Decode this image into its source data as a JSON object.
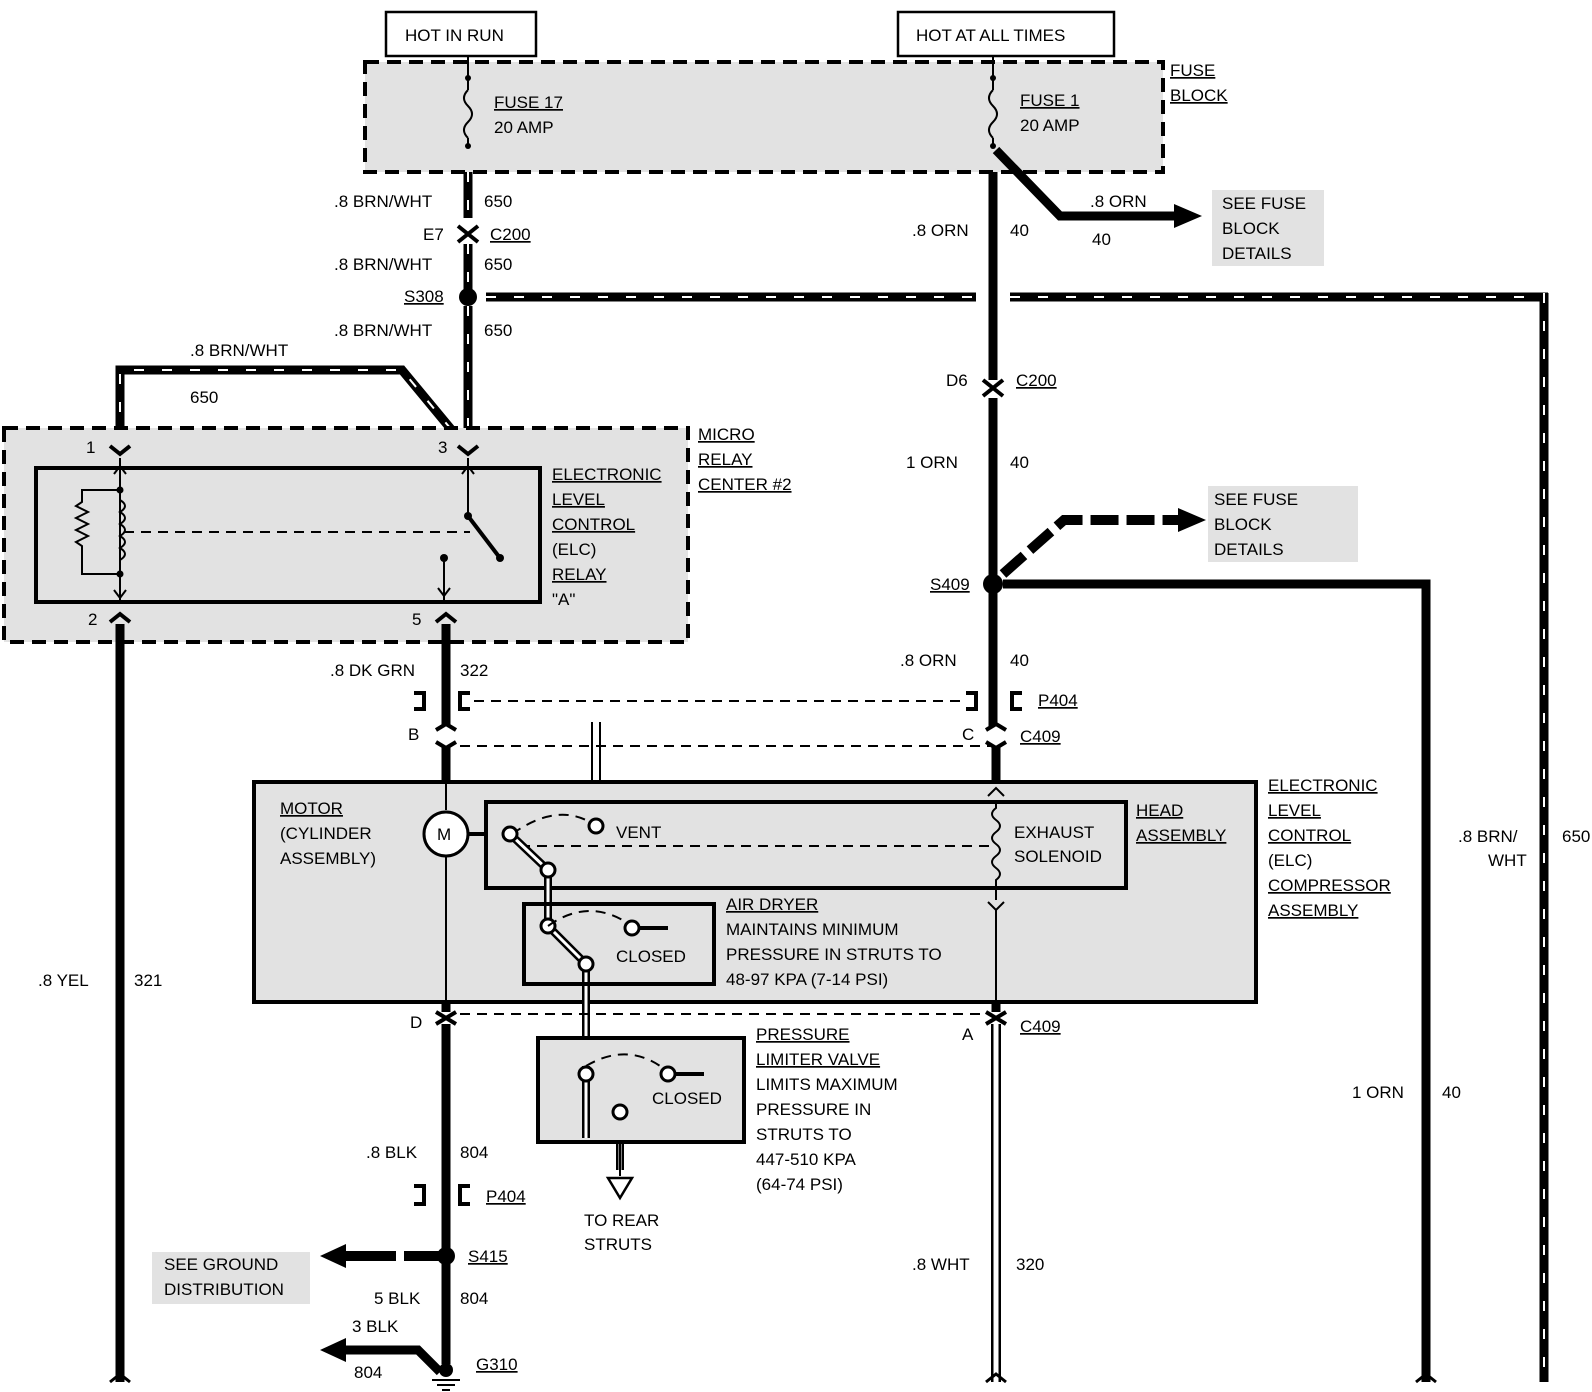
{
  "labels": {
    "hot_in_run": "HOT IN RUN",
    "hot_at_all_times": "HOT AT ALL TIMES",
    "fuse_block": [
      "FUSE",
      "BLOCK"
    ],
    "fuse17": [
      "FUSE 17",
      "20 AMP"
    ],
    "fuse1": [
      "FUSE 1",
      "20 AMP"
    ],
    "see_fuse_block_details_1": [
      "SEE FUSE",
      "BLOCK",
      "DETAILS"
    ],
    "see_fuse_block_details_2": [
      "SEE FUSE",
      "BLOCK",
      "DETAILS"
    ],
    "micro_relay_center": [
      "MICRO",
      "RELAY",
      "CENTER #2"
    ],
    "elc_relay": [
      "ELECTRONIC",
      "LEVEL",
      "CONTROL",
      "(ELC)",
      "RELAY",
      "\"A\""
    ],
    "motor": [
      "MOTOR",
      "(CYLINDER",
      "ASSEMBLY)"
    ],
    "motor_symbol": "M",
    "vent": "VENT",
    "exhaust_solenoid": [
      "EXHAUST",
      "SOLENOID"
    ],
    "head_assembly": [
      "HEAD",
      "ASSEMBLY"
    ],
    "elc_compressor": [
      "ELECTRONIC",
      "LEVEL",
      "CONTROL",
      "(ELC)",
      "COMPRESSOR",
      "ASSEMBLY"
    ],
    "air_dryer": [
      "AIR DRYER",
      "MAINTAINS MINIMUM",
      "PRESSURE IN STRUTS TO",
      "48-97 KPA (7-14 PSI)"
    ],
    "closed": "CLOSED",
    "pressure_limiter": [
      "PRESSURE",
      "LIMITER VALVE",
      "LIMITS MAXIMUM",
      "PRESSURE IN",
      "STRUTS TO",
      "447-510 KPA",
      "(64-74 PSI)"
    ],
    "to_rear_struts": [
      "TO REAR",
      "STRUTS"
    ],
    "see_ground_distribution": [
      "SEE GROUND",
      "DISTRIBUTION"
    ]
  },
  "wires": {
    "brn_wht": ".8 BRN/WHT",
    "n650": "650",
    "orn_08": ".8 ORN",
    "n40": "40",
    "orn_1": "1 ORN",
    "dk_grn": ".8 DK GRN",
    "n322": "322",
    "yel": ".8 YEL",
    "n321": "321",
    "blk_08": ".8 BLK",
    "n804": "804",
    "blk_5": "5 BLK",
    "blk_3": "3 BLK",
    "wht": ".8 WHT",
    "n320": "320",
    "brn_wht_split": [
      ".8 BRN/",
      "WHT"
    ]
  },
  "connectors": {
    "e7": "E7",
    "c200": "C200",
    "d6": "D6",
    "s308": "S308",
    "s409": "S409",
    "p404": "P404",
    "c409": "C409",
    "s415": "S415",
    "g310": "G310",
    "pin_b": "B",
    "pin_c": "C",
    "pin_d": "D",
    "pin_a": "A",
    "pin_1": "1",
    "pin_2": "2",
    "pin_3": "3",
    "pin_5": "5"
  }
}
